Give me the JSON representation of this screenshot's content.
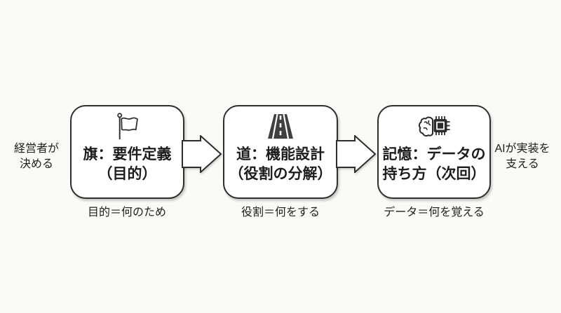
{
  "colors": {
    "background": "#fafaf6",
    "ink": "#1d1d1d",
    "box_border": "#2e2e2e",
    "box_fill": "#ffffff",
    "icon_dark": "#333333"
  },
  "side_labels": {
    "left": {
      "line1": "経営者が",
      "line2": "決める"
    },
    "right": {
      "line1": "AIが実装を",
      "line2": "支える"
    }
  },
  "steps": [
    {
      "icon": "flag-icon",
      "title_line1": "旗：要件定義",
      "title_line2": "（目的）",
      "caption": "目的＝何のため"
    },
    {
      "icon": "road-icon",
      "title_line1": "道：機能設計",
      "title_line2": "（役割の分解）",
      "caption": "役割＝何をする"
    },
    {
      "icon": "brain-chip-icon",
      "title_line1": "記憶：データの",
      "title_line2": "持ち方（次回）",
      "caption": "データ＝何を覚える"
    }
  ],
  "arrows": [
    {
      "icon": "block-arrow-right-icon"
    },
    {
      "icon": "block-arrow-right-icon"
    }
  ]
}
